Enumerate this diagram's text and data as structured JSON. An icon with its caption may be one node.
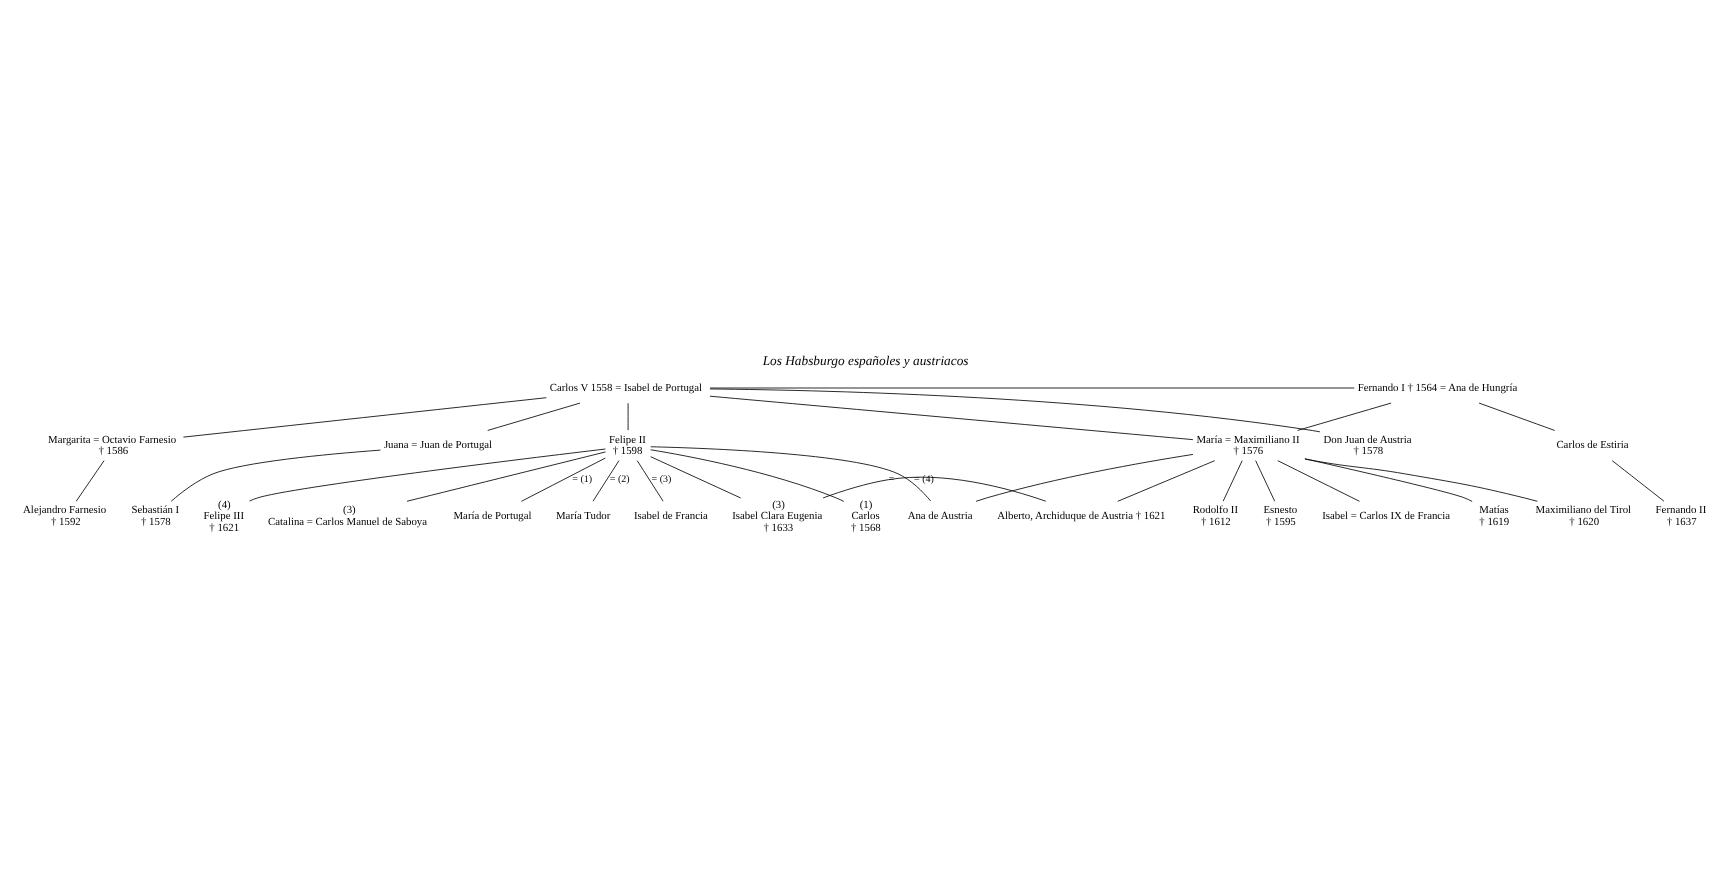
{
  "diagram": {
    "title": "Los Habsburgo españoles y austriacos",
    "nodes": [
      {
        "text": [
          "Carlos V 1558 = Isabel de Portugal"
        ]
      },
      {
        "text": [
          "Fernando I † 1564 = Ana de Hungría"
        ]
      },
      {
        "text": [
          "Don Juan de Austria",
          "† 1578"
        ]
      },
      {
        "text": [
          "Margarita = Octavio Farnesio",
          "† 1586"
        ]
      },
      {
        "text": [
          "Alejandro Farnesio",
          "† 1592"
        ]
      },
      {
        "text": [
          "Felipe II",
          "† 1598"
        ]
      },
      {
        "text": [
          "María de Portugal"
        ]
      },
      {
        "text": [
          "María Tudor"
        ]
      },
      {
        "text": [
          "Isabel de Francia"
        ]
      },
      {
        "text": [
          "Juana = Juan de Portugal"
        ]
      },
      {
        "text": [
          "Sebastián I",
          "† 1578"
        ]
      },
      {
        "text": [
          "María = Maximiliano II",
          "† 1576"
        ]
      },
      {
        "text": [
          "Carlos de Estiria"
        ]
      },
      {
        "text": [
          "Ana de Austria"
        ]
      },
      {
        "text": [
          "Rodolfo II",
          "† 1612"
        ]
      },
      {
        "text": [
          "Esnesto",
          "† 1595"
        ]
      },
      {
        "text": [
          "Isabel = Carlos IX de Francia"
        ]
      },
      {
        "text": [
          "Matías",
          "† 1619"
        ]
      },
      {
        "text": [
          "Maximiliano del Tirol",
          "† 1620"
        ]
      },
      {
        "text": [
          "Carlos",
          "† 1568"
        ],
        "beside": [
          "(1)"
        ]
      },
      {
        "text": [
          "Felipe III",
          "† 1621"
        ],
        "beside": [
          "(4)"
        ]
      },
      {
        "text": [
          "Catalina = Carlos Manuel de Saboya"
        ],
        "beside": [
          "(3)"
        ]
      },
      {
        "text": [
          "Isabel Clara Eugenia",
          "† 1633"
        ],
        "beside": [
          "(3)"
        ]
      },
      {
        "text": [
          "Alberto, Archiduque de Austria † 1621"
        ]
      },
      {
        "text": [
          "Fernando II",
          "† 1637"
        ]
      }
    ],
    "edges": [
      {
        "from": 0,
        "to": 1,
        "arrow": "none"
      },
      {
        "from": 0,
        "to": 2,
        "arrow": "none"
      },
      {
        "from": 0,
        "to": 3,
        "arrow": "none"
      },
      {
        "from": 0,
        "to": 5,
        "arrow": "none"
      },
      {
        "from": 0,
        "to": 9,
        "arrow": "none"
      },
      {
        "from": 0,
        "to": 11,
        "arrow": "none"
      },
      {
        "from": 1,
        "to": 11,
        "arrow": "none"
      },
      {
        "from": 1,
        "to": 12,
        "arrow": "none"
      },
      {
        "from": 3,
        "to": 4,
        "arrow": "none"
      },
      {
        "from": 5,
        "to": 6,
        "label": "= (1)",
        "arrow": "none"
      },
      {
        "from": 5,
        "to": 7,
        "label": "= (2)",
        "arrow": "none"
      },
      {
        "from": 5,
        "to": 8,
        "label": "= (3)",
        "arrow": "none"
      },
      {
        "from": 5,
        "to": 13,
        "label": "= (4)",
        "arrow": "none"
      },
      {
        "from": 9,
        "to": 10,
        "arrow": "none"
      },
      {
        "from": 11,
        "to": 13,
        "arrow": "none"
      },
      {
        "from": 11,
        "to": 14,
        "arrow": "none"
      },
      {
        "from": 11,
        "to": 15,
        "arrow": "none"
      },
      {
        "from": 11,
        "to": 16,
        "arrow": "none"
      },
      {
        "from": 11,
        "to": 17,
        "arrow": "none"
      },
      {
        "from": 11,
        "to": 18,
        "arrow": "none"
      },
      {
        "from": 11,
        "to": 23,
        "arrow": "none"
      },
      {
        "from": 5,
        "to": 19,
        "arrow": "none"
      },
      {
        "from": 5,
        "to": 20,
        "arrow": "none"
      },
      {
        "from": 5,
        "to": 21,
        "arrow": "none"
      },
      {
        "from": 5,
        "to": 22,
        "arrow": "none"
      },
      {
        "from": 22,
        "to": 23,
        "label": "=",
        "arrow": "none"
      },
      {
        "from": 12,
        "to": 24,
        "arrow": "none"
      }
    ]
  }
}
